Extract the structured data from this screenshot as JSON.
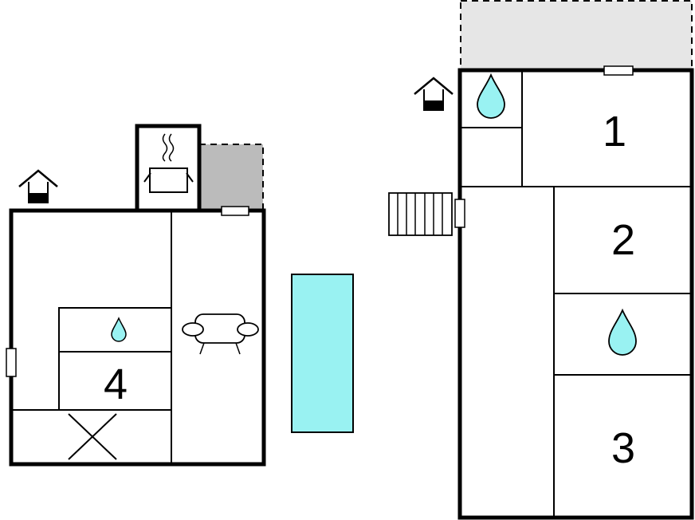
{
  "colors": {
    "wall": "#000000",
    "water": "#99f2f2",
    "terrace_gray": "#bbbbbb",
    "terrace_light": "#e6e6e6",
    "background": "#ffffff"
  },
  "icons": {
    "house_entrance": "house-entrance-icon",
    "water_drop": "water-drop-icon",
    "sauna_stove": "sauna-stove-icon",
    "armchair": "armchair-icon",
    "stairs": "stairs-icon",
    "double_bed": "double-bed-icon"
  },
  "rooms": {
    "room_1": "1",
    "room_2": "2",
    "room_3": "3",
    "room_4": "4"
  }
}
